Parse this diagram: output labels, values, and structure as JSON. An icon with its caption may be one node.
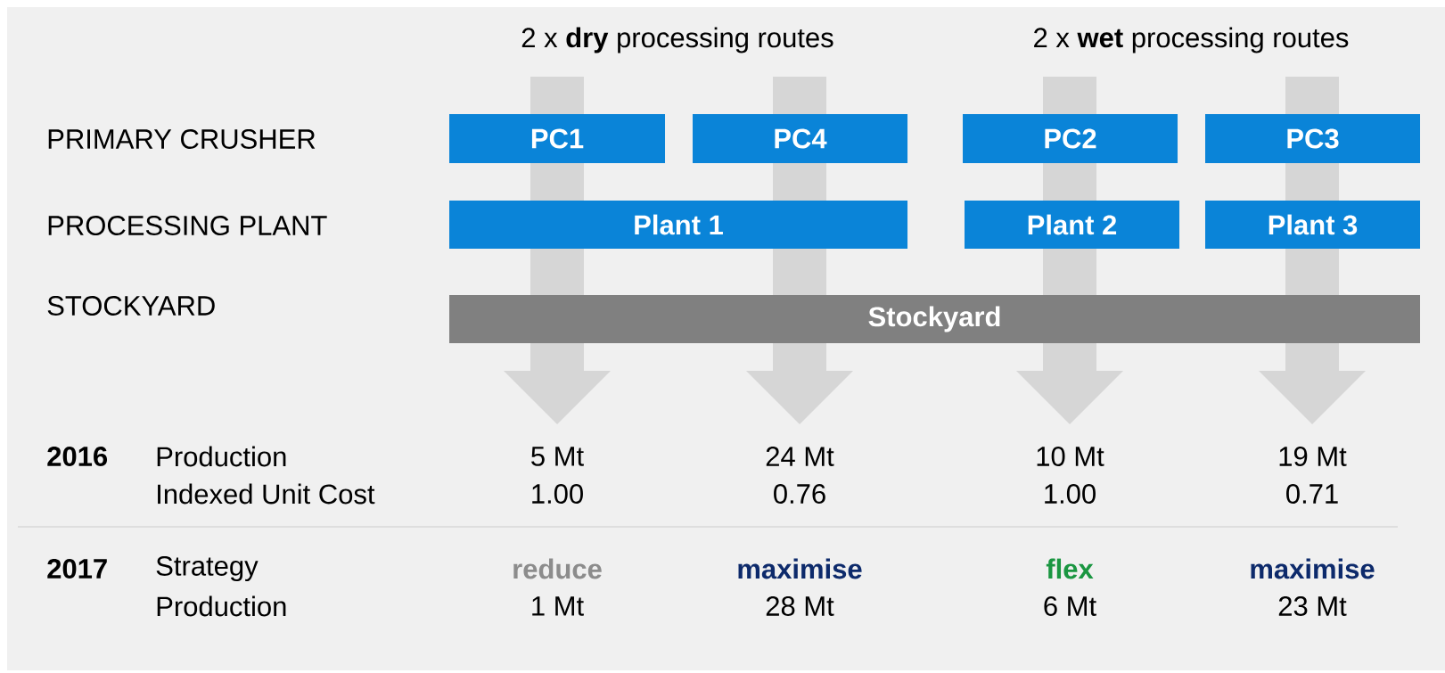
{
  "diagram": {
    "nodes": [
      {
        "text": [
          "PC1"
        ]
      },
      {
        "text": [
          "PC4"
        ]
      },
      {
        "text": [
          "PC2"
        ]
      },
      {
        "text": [
          "PC3"
        ]
      },
      {
        "text": [
          "Plant 1"
        ]
      },
      {
        "text": [
          "Plant 2"
        ]
      },
      {
        "text": [
          "Plant 3"
        ]
      },
      {
        "text": [
          "Stockyard"
        ]
      }
    ],
    "labels": [
      "2 x **dry** processing routes",
      "2 x **wet** processing routes",
      "PRIMARY CRUSHER",
      "PROCESSING PLANT",
      "STOCKYARD",
      "2016",
      "Production",
      "5 Mt",
      "24 Mt",
      "10 Mt",
      "19 Mt",
      "Indexed Unit Cost",
      "1.00",
      "0.76",
      "1.00",
      "0.71",
      "2017",
      "Strategy",
      "reduce",
      "maximise",
      "flex",
      "maximise",
      "Production",
      "1 Mt",
      "28 Mt",
      "6 Mt",
      "23 Mt"
    ]
  }
}
